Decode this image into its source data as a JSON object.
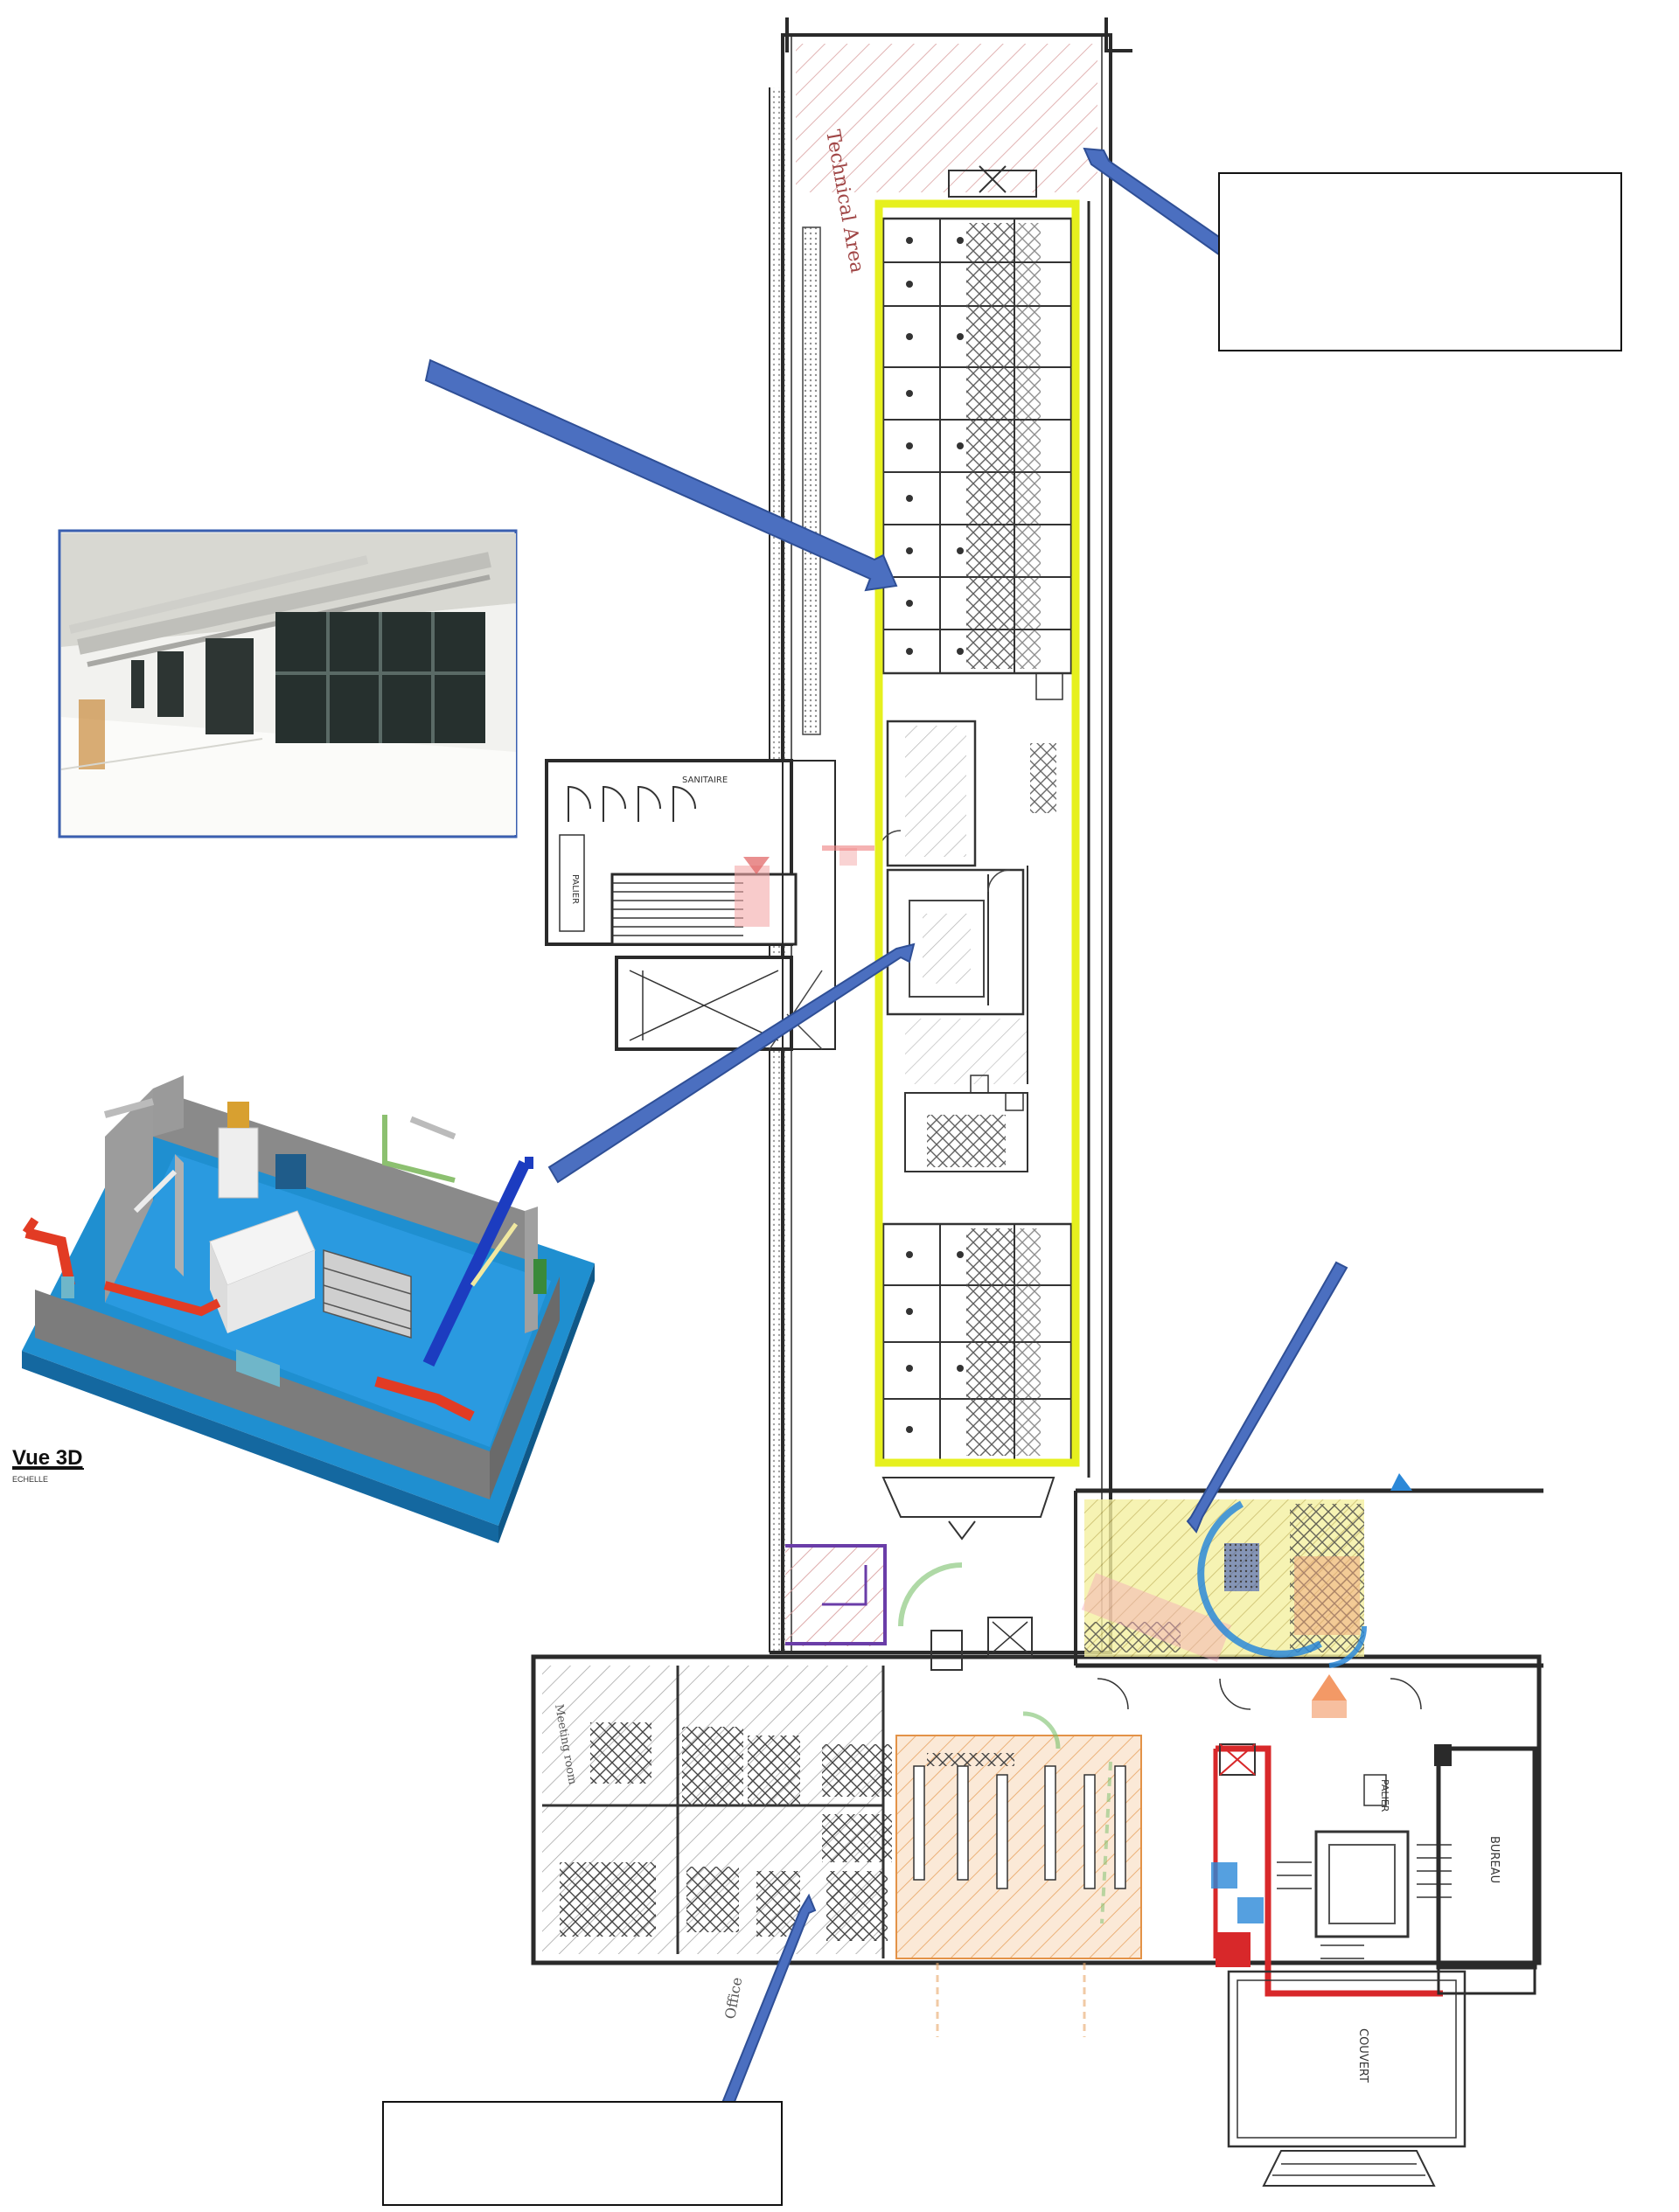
{
  "view3d": {
    "title": "Vue 3D",
    "subtitle": "ECHELLE"
  },
  "plan": {
    "labels": {
      "technical_area": "Technical Area",
      "sanitaire": "SANITAIRE",
      "palier": "PALIER",
      "bureau": "BUREAU",
      "couvert": "COUVERT",
      "meeting": "Meeting room",
      "office": "Office"
    }
  },
  "colors": {
    "highlight": "#e6f01e",
    "arrow": "#4b6fc0",
    "wall": "#2a2a2a",
    "stair_red": "#d8282a",
    "blue_arrow": "#2b88d8"
  }
}
